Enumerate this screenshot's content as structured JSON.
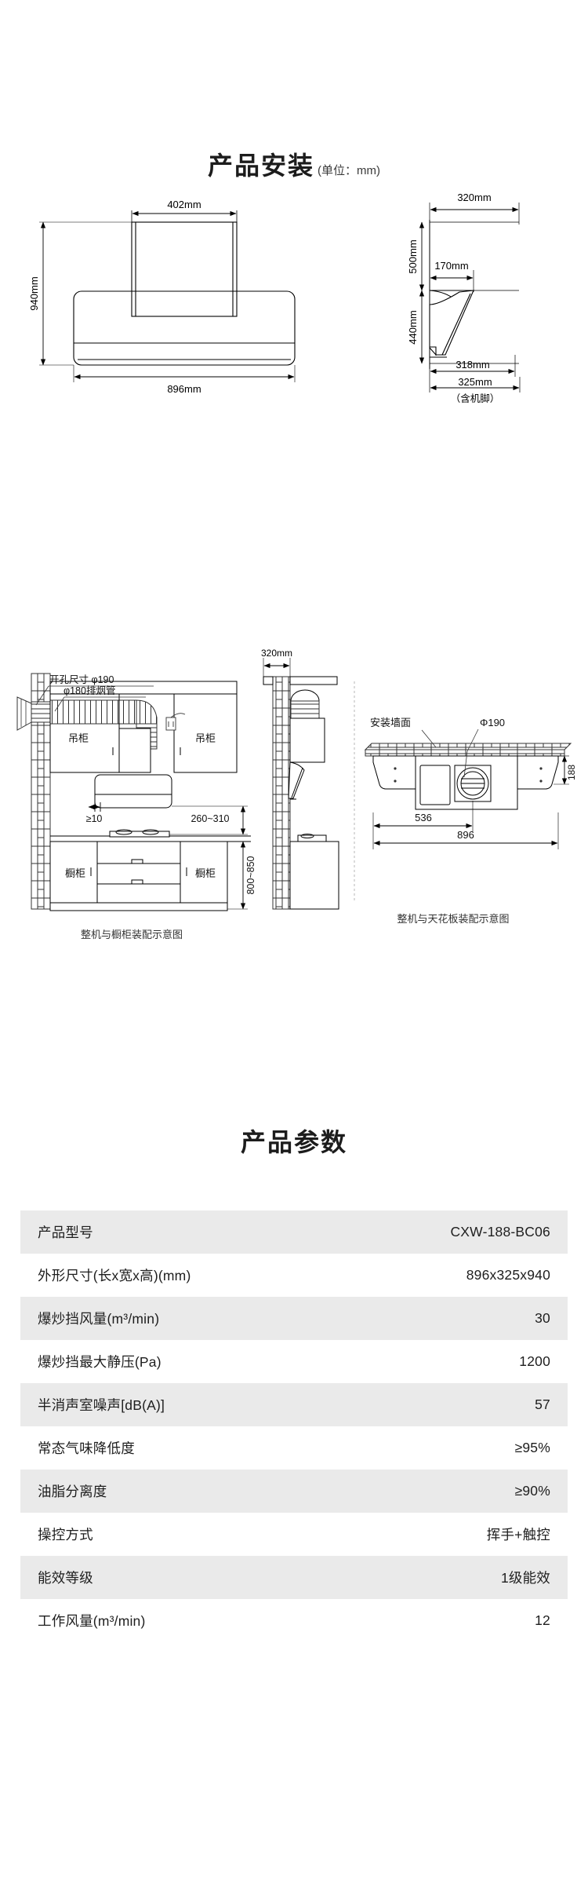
{
  "install_section": {
    "title": "产品安装",
    "unit_note": "(单位：mm)",
    "front_view": {
      "chimney_width": "402mm",
      "total_height": "940mm",
      "body_width": "896mm"
    },
    "side_view": {
      "depth_top": "320mm",
      "chimney_height": "500mm",
      "hood_top_depth": "170mm",
      "hood_height": "440mm",
      "bottom_depth": "318mm",
      "depth_with_feet": "325mm",
      "feet_note": "（含机脚）"
    },
    "cabinet_diagram": {
      "hole_size": "开孔尺寸 φ190",
      "duct_label": "φ180排烟管",
      "wall_cabinet_left": "吊柜",
      "wall_cabinet_right": "吊柜",
      "clearance_min": "≥10",
      "hood_to_cooktop": "260~310",
      "base_cabinet_left": "橱柜",
      "base_cabinet_right": "橱柜",
      "counter_height": "800~850",
      "caption": "整机与橱柜装配示意图"
    },
    "ceiling_diagram": {
      "wall_label": "安装墙面",
      "hole_diameter": "Φ190",
      "body_depth": "188",
      "center_offset": "536",
      "total_width": "896",
      "caption": "整机与天花板装配示意图"
    }
  },
  "params_section": {
    "title": "产品参数",
    "rows": [
      {
        "label": "产品型号",
        "value": "CXW-188-BC06",
        "shaded": true
      },
      {
        "label": "外形尺寸(长x宽x高)(mm)",
        "value": "896x325x940",
        "shaded": false
      },
      {
        "label": "爆炒挡风量(m³/min)",
        "value": "30",
        "shaded": true
      },
      {
        "label": "爆炒挡最大静压(Pa)",
        "value": "1200",
        "shaded": false
      },
      {
        "label": "半消声室噪声[dB(A)]",
        "value": "57",
        "shaded": true
      },
      {
        "label": "常态气味降低度",
        "value": "≥95%",
        "shaded": false
      },
      {
        "label": "油脂分离度",
        "value": "≥90%",
        "shaded": true
      },
      {
        "label": "操控方式",
        "value": "挥手+触控",
        "shaded": false
      },
      {
        "label": "能效等级",
        "value": "1级能效",
        "shaded": true
      },
      {
        "label": "工作风量(m³/min)",
        "value": "12",
        "shaded": false
      }
    ]
  },
  "colors": {
    "text": "#1a1a1a",
    "row_shaded": "#eaeaea",
    "row_plain": "#ffffff",
    "line": "#000000"
  }
}
